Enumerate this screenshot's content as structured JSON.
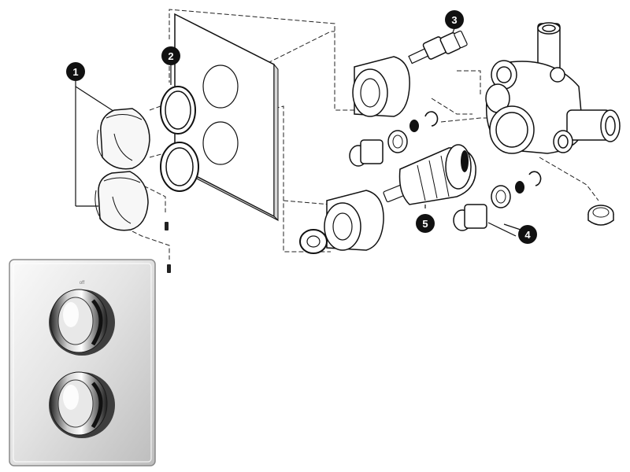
{
  "diagram": {
    "callouts": [
      {
        "id": "1",
        "label": "1"
      },
      {
        "id": "2",
        "label": "2"
      },
      {
        "id": "3",
        "label": "3"
      },
      {
        "id": "4",
        "label": "4"
      },
      {
        "id": "5",
        "label": "5"
      }
    ],
    "photo_text": {
      "off_label": "off"
    }
  },
  "colors": {
    "line": "#1a1a1a",
    "callout_fill": "#111111",
    "chrome_light": "#f4f4f4",
    "chrome_dark": "#4a4a4a"
  }
}
